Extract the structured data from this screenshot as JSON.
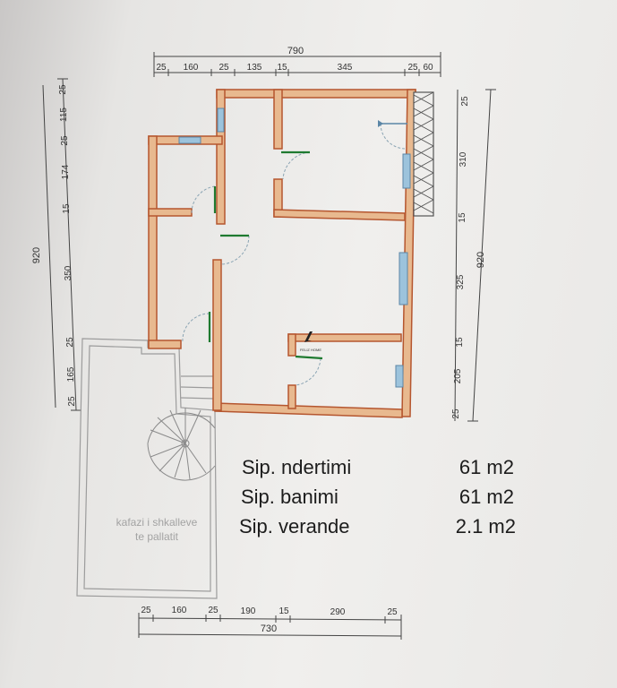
{
  "top_dimensions": {
    "total": "790",
    "segments": [
      "25",
      "160",
      "25",
      "135",
      "15",
      "345",
      "25",
      "60"
    ]
  },
  "bottom_dimensions": {
    "total": "730",
    "segments": [
      "25",
      "160",
      "25",
      "190",
      "15",
      "290",
      "25"
    ]
  },
  "left_dimensions": {
    "total": "920",
    "segments": [
      "25",
      "115",
      "25",
      "174",
      "15",
      "350",
      "25",
      "165",
      "25"
    ]
  },
  "right_dimensions": {
    "total": "920",
    "segments": [
      "25",
      "310",
      "15",
      "325",
      "15",
      "205",
      "25"
    ]
  },
  "areas": [
    {
      "label": "Sip. ndertimi",
      "value": "61 m2"
    },
    {
      "label": "Sip. banimi",
      "value": "61 m2"
    },
    {
      "label": "Sip. verande",
      "value": "2.1 m2"
    }
  ],
  "stair_note": {
    "line1": "kafazi i shkalleve",
    "line2": "te pallatit"
  },
  "logo": {
    "text": "FELIZ HOME"
  },
  "colors": {
    "wall_fill": "#e8b98f",
    "wall_stroke": "#b5562f",
    "window": "#9cc3dc",
    "door": "#1f7a30"
  }
}
